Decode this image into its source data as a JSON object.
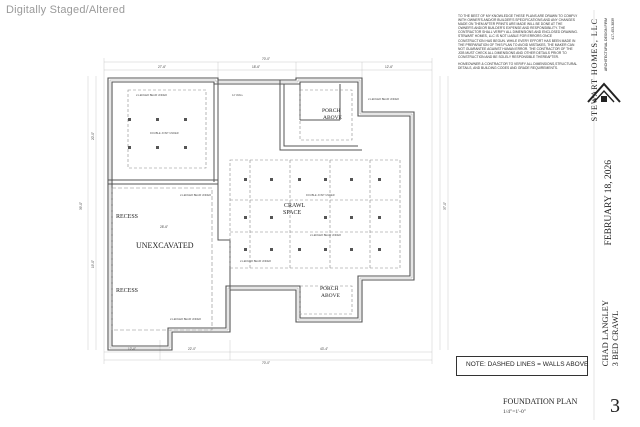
{
  "watermark": "Digitally Staged/Altered",
  "notes": [
    "TO THE BEST OF MY KNOWLEDGE THESE PLANS ARE DRAWN TO COMPLY WITH OWNER'S AND/OR BUILDER'S SPECIFICATIONS AND ANY CHANGES MADE ON THEM AFTER PRINTS ARE MADE WILL BE DONE AT THE OWNER'S AND/OR BUILDER'S EXPENSE AND RESPONSIBILITY. THE CONTRACTOR SHALL VERIFY ALL DIMENSIONS AND ENCLOSED DRAWING. STEWART HOMES, LLC IS NOT LIABLE FOR ERRORS ONCE CONSTRUCTION HAS BEGUN. WHILE EVERY EFFORT HAS BEEN MADE IN THE PREPARATION OF THIS PLAN TO AVOID MISTAKES, THE MAKER CAN NOT GUARANTEE AGAINST HUMAN ERROR. THE CONTRACTOR OF THE JOB MUST CHECK ALL DIMENSIONS AND OTHER DETAILS PRIOR TO CONSTRUCTION AND BE SOLELY RESPONSIBLE THEREAFTER.",
    "HOMEOWNER & CONTRACTOR TO VERIFY ALL DIMENSIONS,STRUCTURAL DETAILS, AND BUILDING CODES AND GRADE REQUIREMENTS."
  ],
  "logo": {
    "name": "STEWART HOMES, LLC",
    "tagline": "ARCHITECTURAL DESIGN FIRM",
    "phone": "417-453-3839"
  },
  "date": "FEBRUARY 18, 2026",
  "project": {
    "line1": "CHAD LANGLEY",
    "line2": "3 BED CRAWL"
  },
  "note_box": "NOTE: DASHED LINES = WALLS ABOVE",
  "sheet": {
    "title": "FOUNDATION PLAN",
    "scale": "1/4\"=1'-0\"",
    "number": "3"
  },
  "plan": {
    "rooms": {
      "recess_top": "RECESS",
      "unexcavated": "UNEXCAVATED",
      "recess_bottom": "RECESS",
      "crawl": "CRAWL",
      "space": "SPACE",
      "porch_top_1": "PORCH",
      "porch_top_2": "ABOVE",
      "porch_bot_1": "PORCH",
      "porch_bot_2": "ABOVE"
    },
    "dims": {
      "overall_top": "70'-0\"",
      "top_left": "27'-6\"",
      "top_mid": "18'-6\"",
      "top_right": "12'-6\"",
      "bottom_left": "12'-0\"",
      "bottom_mid": "22'-0\"",
      "bottom_right": "43'-4\"",
      "overall_bottom": "70'-0\"",
      "left_overall": "39'-0\"",
      "left_a": "20'-0\"",
      "left_b": "19'-0\"",
      "right_overall": "37'-0\"",
      "mid_span": "28'-6\""
    }
  }
}
